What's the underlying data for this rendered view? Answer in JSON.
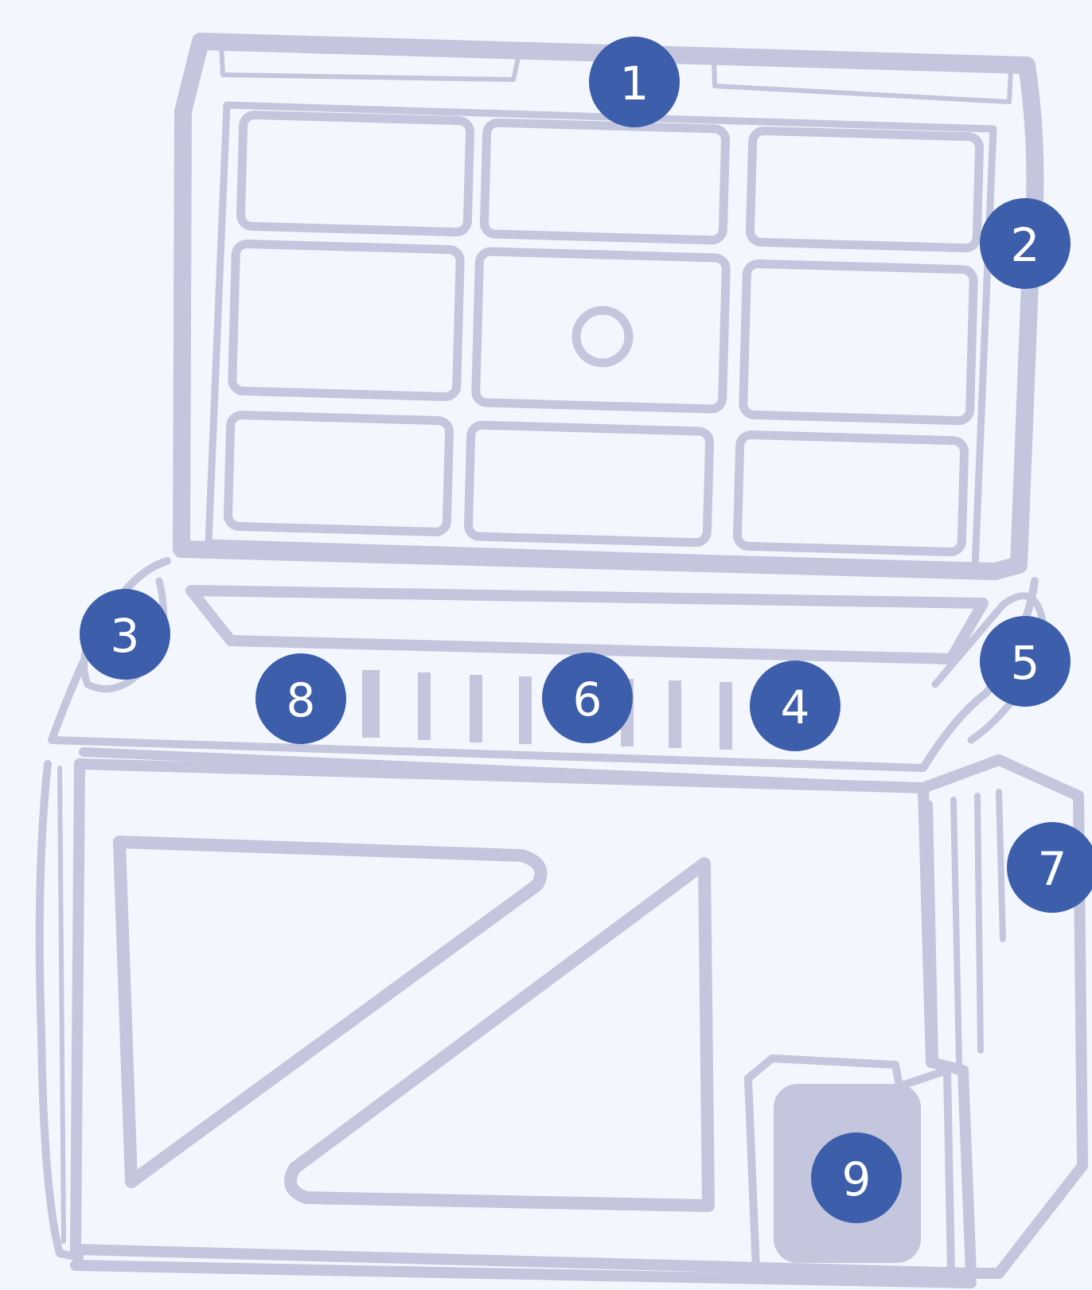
{
  "colors": {
    "background": "#f4f6fe",
    "line_art": "#c3c6dc",
    "callout": "#3c5eab",
    "callout_text": "#ffffff"
  },
  "callouts": [
    "1",
    "2",
    "3",
    "4",
    "5",
    "6",
    "7",
    "8",
    "9"
  ]
}
